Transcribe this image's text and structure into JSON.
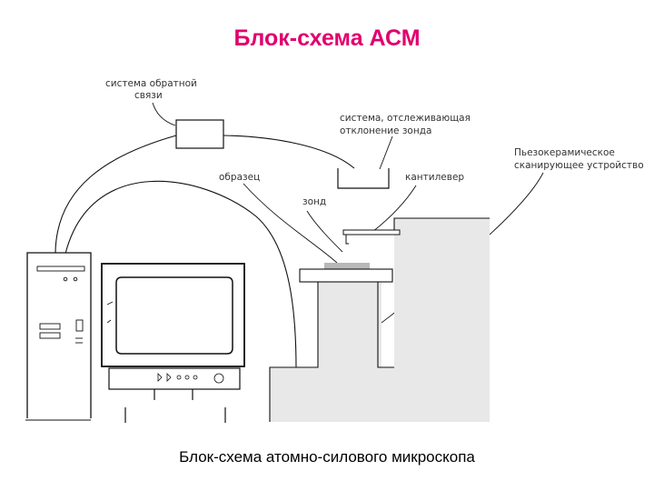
{
  "title": "Блок-схема АСМ",
  "caption": "Блок-схема атомно-силового микроскопа",
  "labels": {
    "feedback_line1": "система обратной",
    "feedback_line2": "связи",
    "tracking_line1": "система, отслеживающая",
    "tracking_line2": "отклонение зонда",
    "piezo_line1": "Пьезокерамическое",
    "piezo_line2": "сканирующее устройство",
    "sample": "образец",
    "cantilever": "кантилевер",
    "probe": "зонд"
  },
  "colors": {
    "title": "#e0006e",
    "line": "#111111",
    "stand": "#e8e8e8",
    "sample": "#b8b8b8"
  }
}
